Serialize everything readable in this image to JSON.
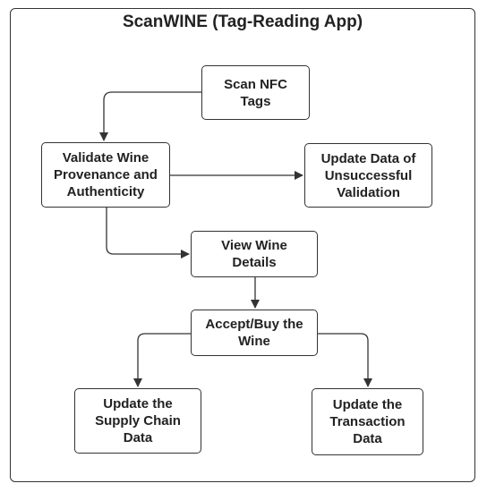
{
  "title": "ScanWINE (Tag-Reading App)",
  "nodes": {
    "scan": "Scan NFC\nTags",
    "validate": "Validate Wine\nProvenance and\nAuthenticity",
    "update_unsuccessful": "Update Data of\nUnsuccessful\nValidation",
    "view": "View Wine\nDetails",
    "accept": "Accept/Buy the\nWine",
    "supply": "Update the\nSupply Chain\nData",
    "transaction": "Update the\nTransaction\nData"
  },
  "edges": [
    {
      "from": "scan",
      "to": "validate"
    },
    {
      "from": "validate",
      "to": "update_unsuccessful"
    },
    {
      "from": "validate",
      "to": "view"
    },
    {
      "from": "view",
      "to": "accept"
    },
    {
      "from": "accept",
      "to": "supply"
    },
    {
      "from": "accept",
      "to": "transaction"
    }
  ]
}
